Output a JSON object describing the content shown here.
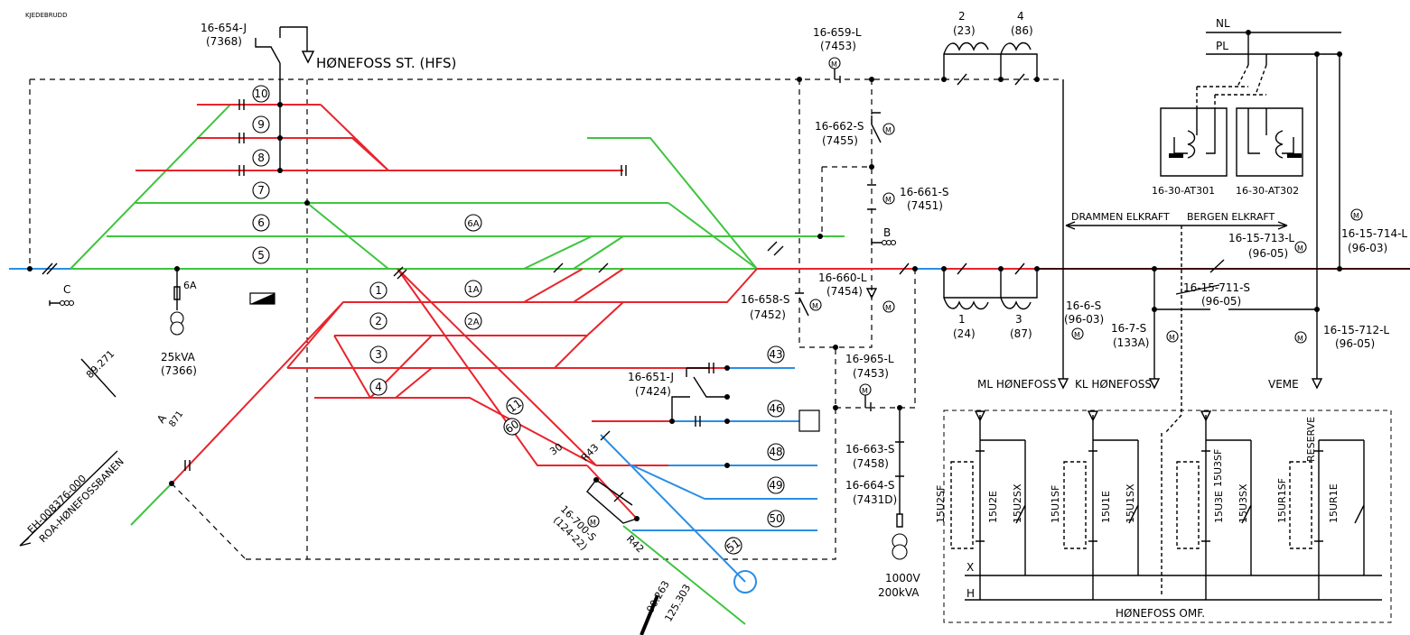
{
  "header": {
    "corner_label": "KJEDEBRUDD"
  },
  "station": {
    "title": "HØNEFOSS ST. (HFS)"
  },
  "bottom_left": {
    "line1": "EH-008376-000",
    "line2": "ROA-HØNEFOSSBANEN"
  },
  "km_marks": {
    "left": "89.271",
    "mid_a": "90.263",
    "mid_b": "125.303"
  },
  "section_labels": {
    "drammen": "DRAMMEN ELKRAFT",
    "bergen": "BERGEN ELKRAFT"
  },
  "feeder_labels": {
    "ml": "ML HØNEFOSS",
    "kl": "KL HØNEFOSS",
    "veme": "VEME",
    "omf": "HØNEFOSS OMF.",
    "x": "X",
    "h": "H",
    "nl": "NL",
    "pl": "PL"
  },
  "tracks": [
    "10",
    "9",
    "8",
    "7",
    "6",
    "5",
    "6A",
    "1",
    "1A",
    "2",
    "2A",
    "3",
    "4",
    "11",
    "60",
    "43",
    "46",
    "48",
    "49",
    "50",
    "51"
  ],
  "switches": [
    {
      "id": "16-654-J",
      "ref": "(7368)"
    },
    {
      "id": "16-659-L",
      "ref": "(7453)"
    },
    {
      "id": "16-662-S",
      "ref": "(7455)"
    },
    {
      "id": "16-661-S",
      "ref": "(7451)"
    },
    {
      "id": "16-660-L",
      "ref": "(7454)"
    },
    {
      "id": "16-658-S",
      "ref": "(7452)"
    },
    {
      "id": "16-965-L",
      "ref": "(7453)"
    },
    {
      "id": "16-651-J",
      "ref": "(7424)"
    },
    {
      "id": "16-663-S",
      "ref": "(7458)"
    },
    {
      "id": "16-664-S",
      "ref": "(7431D)"
    },
    {
      "id": "16-700-S",
      "ref": "(124-22)"
    },
    {
      "id": "16-6-S",
      "ref": "(96-03)"
    },
    {
      "id": "16-7-S",
      "ref": "(133A)"
    },
    {
      "id": "16-15-711-S",
      "ref": "(96-05)"
    },
    {
      "id": "16-15-712-L",
      "ref": "(96-05)"
    },
    {
      "id": "16-15-713-L",
      "ref": "(96-05)"
    },
    {
      "id": "16-15-714-L",
      "ref": "(96-03)"
    }
  ],
  "transformers": [
    {
      "id": "2",
      "ref": "(23)"
    },
    {
      "id": "4",
      "ref": "(86)"
    },
    {
      "id": "1",
      "ref": "(24)"
    },
    {
      "id": "3",
      "ref": "(87)"
    }
  ],
  "autotransformers": [
    "16-30-AT301",
    "16-30-AT302"
  ],
  "aux_transformers": [
    {
      "size": "25kVA",
      "ref": "(7366)",
      "tag": "6A"
    },
    {
      "size": "200kVA",
      "voltage": "1000V"
    }
  ],
  "feeders": [
    "15U2SF",
    "15U2E",
    "15U2SX",
    "15U1SF",
    "15U1E",
    "15U1SX",
    "15U3SF",
    "15U3E",
    "15U3SX",
    "15UR1SF",
    "15UR1E",
    "RESERVE"
  ],
  "misc": {
    "label_c": "C",
    "label_a": "A",
    "label_871": "871",
    "label_b": "B",
    "label_30": "30",
    "label_r43": "R43",
    "label_r42": "R42",
    "label_m": "M"
  }
}
